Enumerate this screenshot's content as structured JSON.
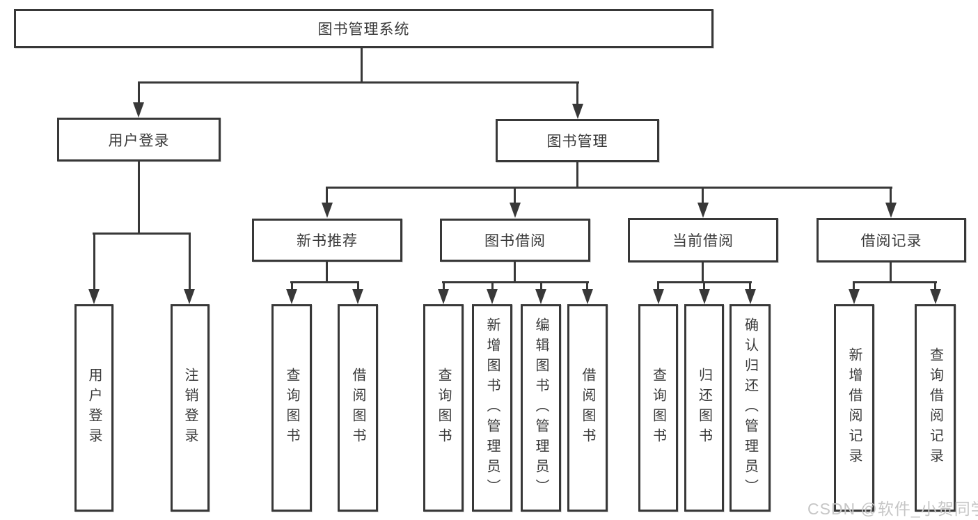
{
  "title": "图书管理系统",
  "tree": {
    "label": "图书管理系统",
    "children": [
      {
        "label": "用户登录",
        "children": [
          {
            "label": "用户登录"
          },
          {
            "label": "注销登录"
          }
        ]
      },
      {
        "label": "图书管理",
        "children": [
          {
            "label": "新书推荐",
            "children": [
              {
                "label": "查询图书"
              },
              {
                "label": "借阅图书"
              }
            ]
          },
          {
            "label": "图书借阅",
            "children": [
              {
                "label": "查询图书"
              },
              {
                "label": "新增图书（管理员）"
              },
              {
                "label": "编辑图书（管理员）"
              },
              {
                "label": "借阅图书"
              }
            ]
          },
          {
            "label": "当前借阅",
            "children": [
              {
                "label": "查询图书"
              },
              {
                "label": "归还图书"
              },
              {
                "label": "确认归还（管理员）"
              }
            ]
          },
          {
            "label": "借阅记录",
            "children": [
              {
                "label": "新增借阅记录"
              },
              {
                "label": "查询借阅记录"
              }
            ]
          }
        ]
      }
    ]
  },
  "watermark": "CSDN @软件_小贺同学",
  "colors": {
    "line": "#383838",
    "text": "#3a3a3a",
    "background": "#ffffff",
    "watermark": "#c6c6c6"
  }
}
